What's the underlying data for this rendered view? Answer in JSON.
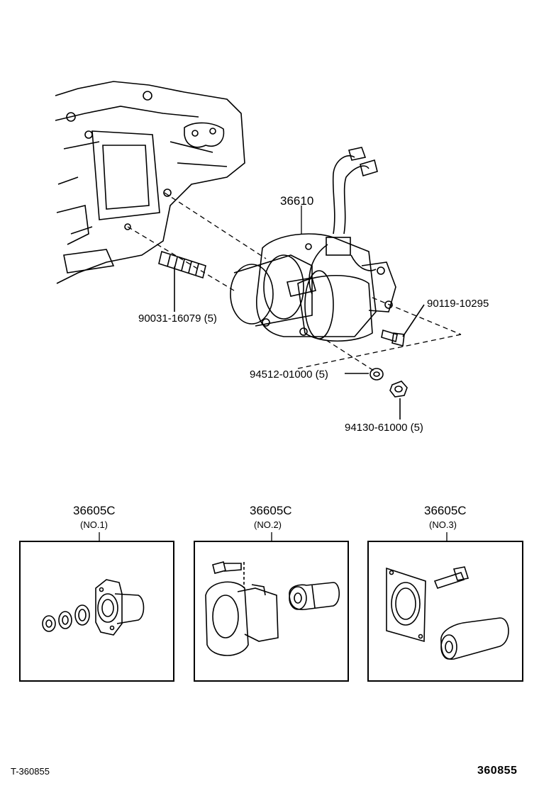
{
  "main_callouts": {
    "starter": "36610",
    "stud": "90031-16079 (5)",
    "bolt": "90119-10295",
    "washer": "94512-01000 (5)",
    "nut": "94130-61000 (5)"
  },
  "kits": [
    {
      "part": "36605C",
      "variant": "(NO.1)"
    },
    {
      "part": "36605C",
      "variant": "(NO.2)"
    },
    {
      "part": "36605C",
      "variant": "(NO.3)"
    }
  ],
  "footer": {
    "left_code": "T-360855",
    "right_code": "360855"
  }
}
